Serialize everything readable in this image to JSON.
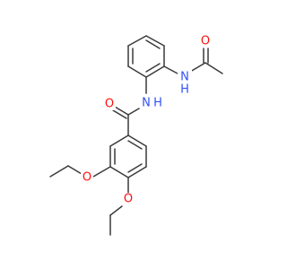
{
  "colors": {
    "bond": "#3a3a3a",
    "oxygen": "#ff0d0d",
    "nitrogen": "#3050f8",
    "background": "#ffffff"
  },
  "atoms": {
    "o_acetyl": "O",
    "n_acetamido": "N",
    "h_acetamido": "H",
    "o_amide": "O",
    "n_amide": "N",
    "h_amide": "H",
    "o_ethoxy_3": "O",
    "o_ethoxy_4": "O"
  }
}
